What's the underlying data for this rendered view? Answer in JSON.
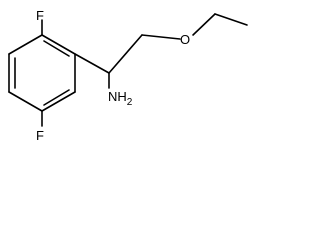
{
  "molecule": {
    "atoms": {
      "fluorine_top": "F",
      "fluorine_bottom": "F",
      "amine": "NH",
      "amine_subscript": "2",
      "oxygen": "O"
    }
  }
}
